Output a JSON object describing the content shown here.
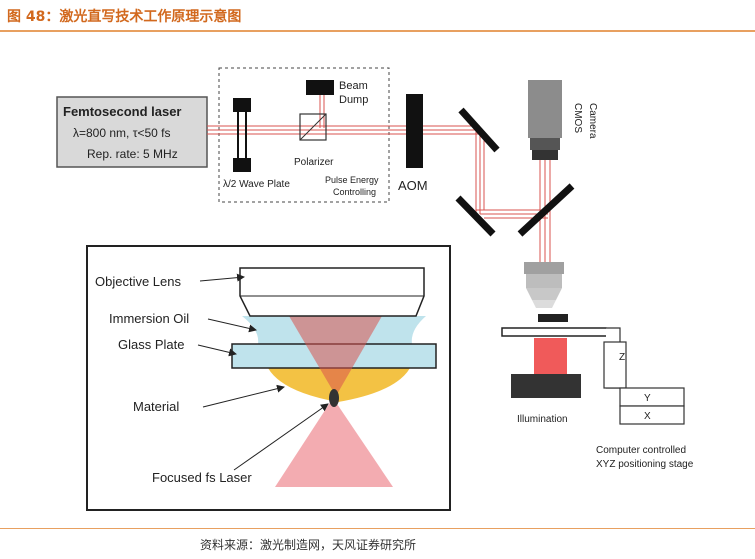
{
  "title": "图 48：激光直写技术工作原理示意图",
  "source": "资料来源：激光制造网，天风证券研究所",
  "laser": {
    "name": "Femtosecond laser",
    "spec": "λ=800 nm, τ<50 fs",
    "rate": "Rep. rate: 5 MHz"
  },
  "labels": {
    "beam_dump_1": "Beam",
    "beam_dump_2": "Dump",
    "polarizer": "Polarizer",
    "wave_plate": "λ/2 Wave Plate",
    "pulse_1": "Pulse Energy",
    "pulse_2": "Controlling",
    "aom": "AOM",
    "camera_1": "CMOS",
    "camera_2": "Camera",
    "illumination": "Illumination",
    "stage_1": "Computer controlled",
    "stage_2": "XYZ positioning stage",
    "axis_z": "Z",
    "axis_y": "Y",
    "axis_x": "X"
  },
  "inset": {
    "objective": "Objective Lens",
    "oil": "Immersion Oil",
    "glass": "Glass Plate",
    "material": "Material",
    "focused": "Focused fs Laser"
  },
  "colors": {
    "accent": "#d2691e",
    "beam": "#d9534f",
    "oil": "#bfe3ec",
    "material": "#f3c244",
    "illumination": "#f05a5a"
  }
}
